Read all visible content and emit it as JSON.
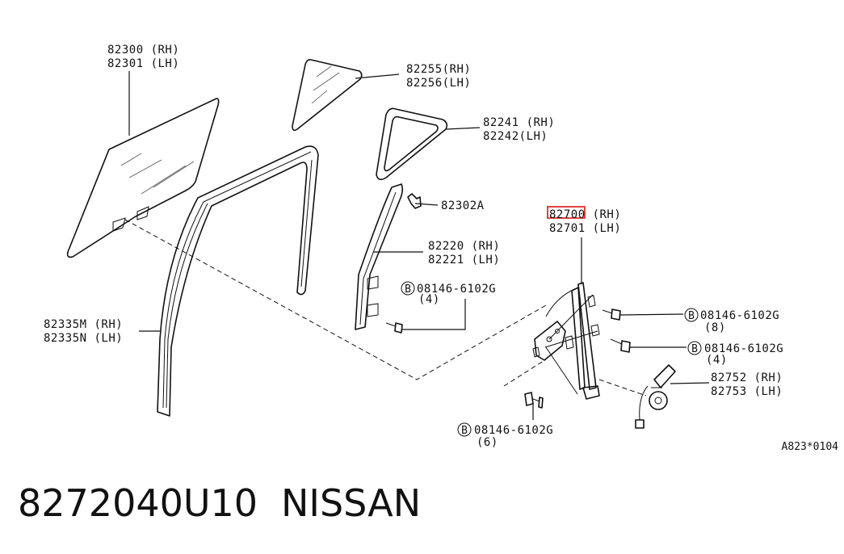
{
  "diagram": {
    "labels": {
      "glass": [
        "82300 (RH)",
        "82301 (LH)"
      ],
      "partition_glass": [
        "82255(RH)",
        "82256(LH)"
      ],
      "partition_seal": [
        "82241 (RH)",
        "82242(LH)"
      ],
      "clip": "82302A",
      "sash": [
        "82220 (RH)",
        "82221 (LH)"
      ],
      "sash_bolt": [
        "08146-6102G",
        "(4)"
      ],
      "run_channel": [
        "82335M (RH)",
        "82335N (LH)"
      ],
      "regulator": [
        "82700 (RH)",
        "82701 (LH)"
      ],
      "bolt_8": [
        "08146-6102G",
        "(8)"
      ],
      "bolt_4": [
        "08146-6102G",
        "(4)"
      ],
      "motor": [
        "82752 (RH)",
        "82753 (LH)"
      ],
      "bolt_6": [
        "08146-6102G",
        "(6)"
      ],
      "bolt_marker": "B",
      "drawing_ref": "A823*0104"
    },
    "highlight_color": "#e0302a"
  },
  "footer": {
    "part_number": "8272040U10",
    "maker": "NISSAN"
  }
}
